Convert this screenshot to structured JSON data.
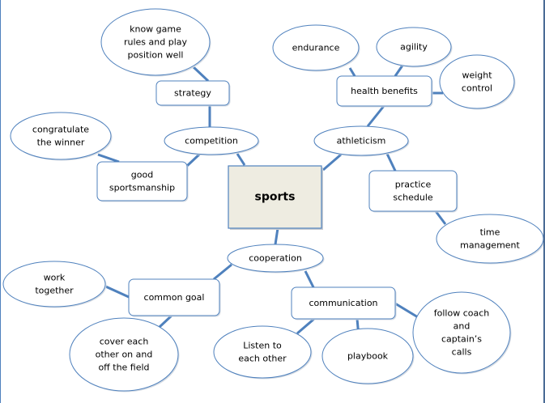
{
  "diagram": {
    "type": "mind-map",
    "colors": {
      "line": "#4f81bd",
      "node_fill": "#ffffff",
      "center_fill": "#eeece1",
      "text": "#000000"
    },
    "center": {
      "id": "sports",
      "label": [
        "sports"
      ]
    },
    "nodes": [
      {
        "id": "competition",
        "shape": "oval",
        "label": [
          "competition"
        ]
      },
      {
        "id": "strategy",
        "shape": "rounded-rect",
        "label": [
          "strategy"
        ]
      },
      {
        "id": "know-game-rules",
        "shape": "oval",
        "label": [
          "know game",
          "rules and play",
          "position well"
        ]
      },
      {
        "id": "good-sportsmanship",
        "shape": "rounded-rect",
        "label": [
          "good",
          "sportsmanship"
        ]
      },
      {
        "id": "congratulate-winner",
        "shape": "oval",
        "label": [
          "congratulate",
          "the winner"
        ]
      },
      {
        "id": "athleticism",
        "shape": "oval",
        "label": [
          "athleticism"
        ]
      },
      {
        "id": "health-benefits",
        "shape": "rounded-rect",
        "label": [
          "health benefits"
        ]
      },
      {
        "id": "endurance",
        "shape": "oval",
        "label": [
          "endurance"
        ]
      },
      {
        "id": "agility",
        "shape": "oval",
        "label": [
          "agility"
        ]
      },
      {
        "id": "weight-control",
        "shape": "oval",
        "label": [
          "weight",
          "control"
        ]
      },
      {
        "id": "practice-schedule",
        "shape": "rounded-rect",
        "label": [
          "practice",
          "schedule"
        ]
      },
      {
        "id": "time-management",
        "shape": "oval",
        "label": [
          "time",
          "management"
        ]
      },
      {
        "id": "cooperation",
        "shape": "oval",
        "label": [
          "cooperation"
        ]
      },
      {
        "id": "common-goal",
        "shape": "rounded-rect",
        "label": [
          "common goal"
        ]
      },
      {
        "id": "work-together",
        "shape": "oval",
        "label": [
          "work",
          "together"
        ]
      },
      {
        "id": "cover-each-other",
        "shape": "oval",
        "label": [
          "cover each",
          "other on and",
          "off the field"
        ]
      },
      {
        "id": "communication",
        "shape": "rounded-rect",
        "label": [
          "communication"
        ]
      },
      {
        "id": "listen-to-each-other",
        "shape": "oval",
        "label": [
          "Listen to",
          "each other"
        ]
      },
      {
        "id": "playbook",
        "shape": "oval",
        "label": [
          "playbook"
        ]
      },
      {
        "id": "follow-coach",
        "shape": "oval",
        "label": [
          "follow coach",
          "and",
          "captain’s",
          "calls"
        ]
      }
    ],
    "edges": [
      [
        "sports",
        "competition"
      ],
      [
        "competition",
        "strategy"
      ],
      [
        "strategy",
        "know-game-rules"
      ],
      [
        "competition",
        "good-sportsmanship"
      ],
      [
        "good-sportsmanship",
        "congratulate-winner"
      ],
      [
        "sports",
        "athleticism"
      ],
      [
        "athleticism",
        "health-benefits"
      ],
      [
        "health-benefits",
        "endurance"
      ],
      [
        "health-benefits",
        "agility"
      ],
      [
        "health-benefits",
        "weight-control"
      ],
      [
        "athleticism",
        "practice-schedule"
      ],
      [
        "practice-schedule",
        "time-management"
      ],
      [
        "sports",
        "cooperation"
      ],
      [
        "cooperation",
        "common-goal"
      ],
      [
        "common-goal",
        "work-together"
      ],
      [
        "common-goal",
        "cover-each-other"
      ],
      [
        "cooperation",
        "communication"
      ],
      [
        "communication",
        "listen-to-each-other"
      ],
      [
        "communication",
        "playbook"
      ],
      [
        "communication",
        "follow-coach"
      ]
    ]
  }
}
